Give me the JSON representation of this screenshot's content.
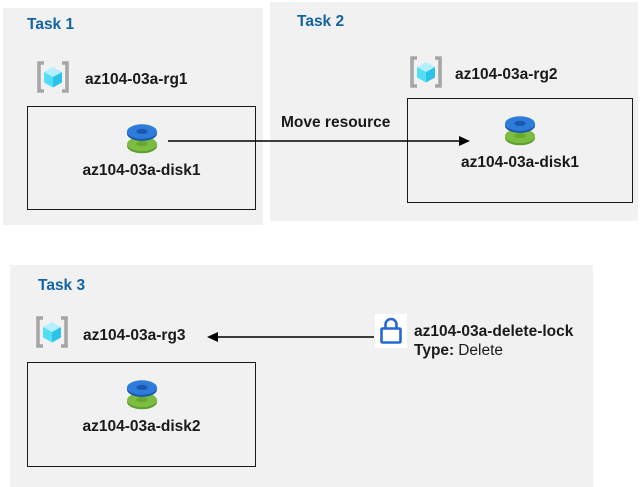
{
  "tasks": [
    {
      "title": "Task 1",
      "rg": "az104-03a-rg1",
      "disk": "az104-03a-disk1"
    },
    {
      "title": "Task 2",
      "rg": "az104-03a-rg2",
      "disk": "az104-03a-disk1"
    },
    {
      "title": "Task 3",
      "rg": "az104-03a-rg3",
      "disk": "az104-03a-disk2"
    }
  ],
  "arrows": {
    "move_label": "Move resource"
  },
  "lock": {
    "name": "az104-03a-delete-lock",
    "type_label": "Type:",
    "type_value": "Delete"
  },
  "icons": {
    "resource_group": "resource-group-icon",
    "disk": "disk-icon",
    "lock": "lock-icon"
  },
  "colors": {
    "panel_bg": "#f1f1f1",
    "title_blue": "#1464a5",
    "text_black": "#1a1a1a",
    "arrow_black": "#000000",
    "lock_blue": "#2468d4",
    "disk_blue": "#2e7cd9",
    "disk_blue_dark": "#1b57ae",
    "disk_green": "#7abd41",
    "disk_green_dark": "#5e9d2e",
    "cube_top": "#b4efff",
    "cube_left": "#53def6",
    "cube_right": "#2cc3e6",
    "bracket_gray": "#a6a6a6"
  }
}
